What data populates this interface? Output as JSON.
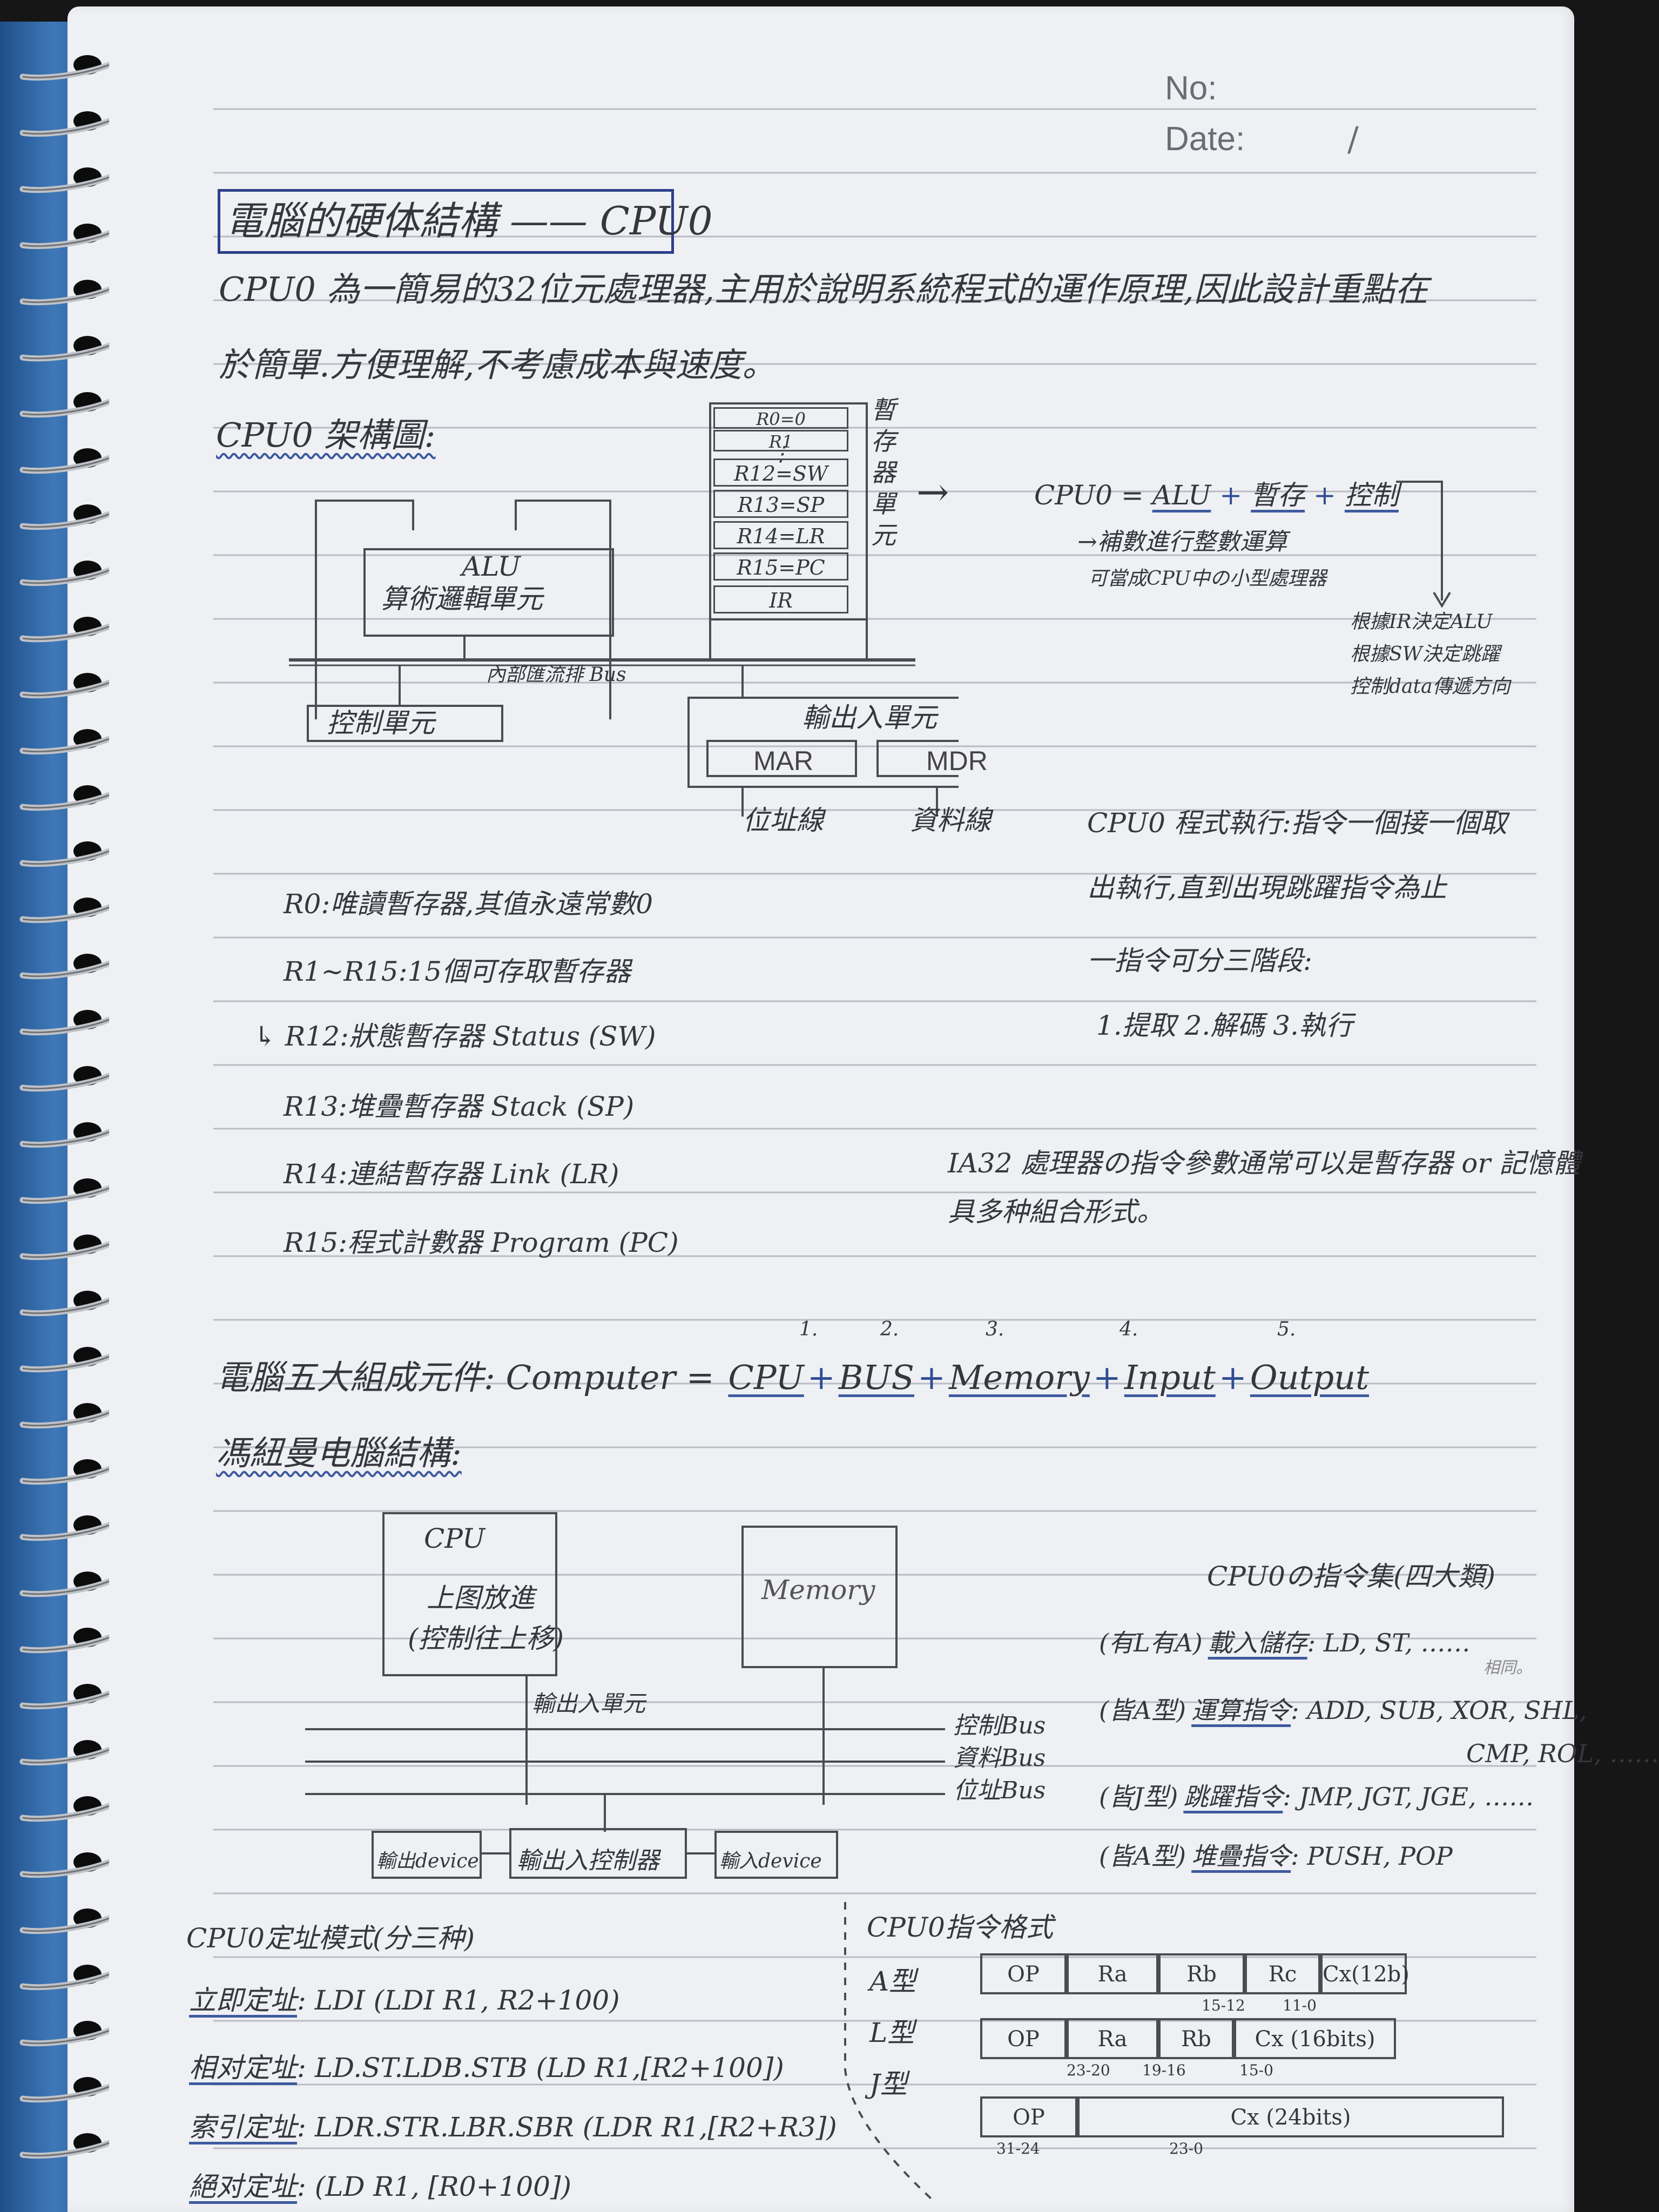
{
  "header": {
    "no_label": "No:",
    "date_label": "Date:",
    "date_sep": "/"
  },
  "title": "電腦的硬体結構 —— CPU0",
  "intro": {
    "line1": "CPU0 為一簡易的32位元處理器,主用於說明系統程式的運作原理,因此設計重點在",
    "line2": "於簡單.方便理解,不考慮成本與速度。"
  },
  "arch": {
    "heading": "CPU0 架構圖:",
    "alu_label": "ALU",
    "alu_desc": "算術邏輯單元",
    "bus_label": "內部匯流排 Bus",
    "control_unit": "控制單元",
    "registers": [
      "R0=0",
      "R1",
      "⋮",
      "R12=SW",
      "R13=SP",
      "R14=LR",
      "R15=PC",
      "IR"
    ],
    "reg_unit_label": [
      "暫",
      "存",
      "器",
      "單",
      "元"
    ],
    "io_unit": "輸出入單元",
    "mar": "MAR",
    "mdr": "MDR",
    "addr_line": "位址線",
    "data_line": "資料線"
  },
  "formula": {
    "arrow": "→",
    "text_prefix": "CPU0 =",
    "alu": "ALU",
    "plus": "+",
    "reg": "暫存",
    "ctrl": "控制",
    "note1": "→補數進行整數運算",
    "note2": "可當成CPU中の小型處理器",
    "ctrl_note1": "根據IR決定ALU",
    "ctrl_note2": "根據SW決定跳躍",
    "ctrl_note3": "控制data傳遞方向"
  },
  "exec": {
    "line1": "CPU0 程式執行:指令一個接一個取",
    "line2": "出執行,直到出現跳躍指令為止",
    "line3": "一指令可分三階段:",
    "line4": "1.提取 2.解碼 3.執行"
  },
  "regnotes": [
    "R0:唯讀暫存器,其值永遠常數0",
    "R1~R15:15個可存取暫存器",
    "↳ R12:狀態暫存器   Status  (SW)",
    "R13:堆疊暫存器   Stack  (SP)",
    "R14:連結暫存器   Link  (LR)",
    "R15:程式計數器  Program (PC)"
  ],
  "ia32_note": {
    "line1": "IA32 處理器の指令參數通常可以是暫存器 or 記憶體",
    "line2": "具多种組合形式。"
  },
  "five": {
    "prefix": "電腦五大組成元件: Computer =",
    "items": [
      "CPU",
      "BUS",
      "Memory",
      "Input",
      "Output"
    ],
    "nums": [
      "1.",
      "2.",
      "3.",
      "4.",
      "5."
    ],
    "plus": "+"
  },
  "vonneumann": {
    "heading": "馮紐曼电腦結構:",
    "cpu": "CPU",
    "cpu_note1": "上图放進",
    "cpu_note2": "(控制往上移)",
    "memory": "Memory",
    "io_unit": "輸出入單元",
    "ctrl_bus": "控制Bus",
    "data_bus": "資料Bus",
    "addr_bus": "位址Bus",
    "out_device": "輸出device",
    "io_ctrl": "輸出入控制器",
    "in_device": "輸入device"
  },
  "isa": {
    "heading": "CPU0の指令集(四大類)",
    "rows": [
      {
        "type": "(有L有A)",
        "name": "載入儲存",
        "ops": ": LD, ST, ……"
      },
      {
        "type": "(皆A型)",
        "name": "運算指令",
        "ops": ": ADD, SUB, XOR, SHL,"
      },
      {
        "type": "",
        "name": "",
        "ops": "CMP, ROL, ……"
      },
      {
        "type": "(皆J型)",
        "name": "跳躍指令",
        "ops": ": JMP, JGT, JGE, ……"
      },
      {
        "type": "(皆A型)",
        "name": "堆疊指令",
        "ops": ": PUSH, POP"
      }
    ],
    "side_note": "相同。"
  },
  "addressing": {
    "heading": "CPU0定址模式(分三种)",
    "rows": [
      {
        "name": "立即定址",
        "text": ": LDI (LDI R1, R2+100)"
      },
      {
        "name": "相对定址",
        "text": ": LD.ST.LDB.STB (LD R1,[R2+100])"
      },
      {
        "name": "索引定址",
        "text": ": LDR.STR.LBR.SBR (LDR R1,[R2+R3])"
      },
      {
        "name": "絕对定址",
        "text": ":           (LD R1, [R0+100])"
      }
    ]
  },
  "format": {
    "heading": "CPU0指令格式",
    "types": [
      "A型",
      "L型",
      "J型"
    ],
    "a_fields": [
      "OP",
      "Ra",
      "Rb",
      "Rc",
      "Cx(12b)"
    ],
    "a_bits": [
      "15-12",
      "11-0"
    ],
    "l_fields": [
      "OP",
      "Ra",
      "Rb",
      "Cx (16bits)"
    ],
    "l_bits": [
      "23-20",
      "19-16",
      "15-0"
    ],
    "j_fields": [
      "OP",
      "Cx (24bits)"
    ],
    "j_bits": [
      "31-24",
      "23-0"
    ]
  }
}
